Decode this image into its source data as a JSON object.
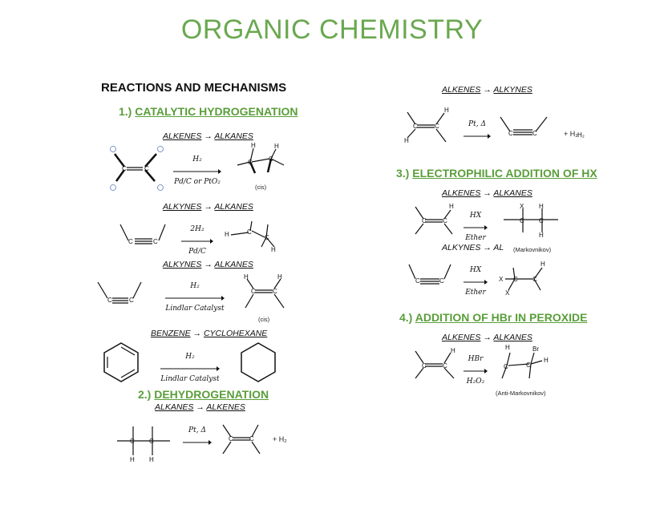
{
  "title": "ORGANIC CHEMISTRY",
  "main_heading": "REACTIONS AND MECHANISMS",
  "sections": {
    "s1": {
      "num": "1.)",
      "label": "CATALYTIC HYDROGENATION"
    },
    "s2": {
      "num": "2.)",
      "label": "DEHYDROGENATION"
    },
    "s3": {
      "num": "3.)",
      "label": "ELECTROPHILIC ADDITION OF HX"
    },
    "s4": {
      "num": "4.)",
      "label": "ADDITION OF HBr IN PEROXIDE"
    }
  },
  "reactions": {
    "r1": {
      "from": "ALKENES",
      "to": "ALKANES",
      "arrow": "→",
      "cond_top": "H₂",
      "cond_bottom": "Pd/C or PtO₂",
      "note": "(cis)"
    },
    "r2": {
      "from": "ALKYNES",
      "to": "ALKANES",
      "arrow": "→",
      "cond_top": "2H₂",
      "cond_bottom": "Pd/C"
    },
    "r3": {
      "from": "ALKYNES",
      "to": "ALKANES",
      "arrow": "→",
      "cond_top": "H₂",
      "cond_bottom": "Lindlar Catalyst",
      "note": "(cis)"
    },
    "r4": {
      "from": "BENZENE",
      "to": "CYCLOHEXANE",
      "arrow": "→",
      "cond_top": "H₂",
      "cond_bottom": "Lindlar Catalyst"
    },
    "r5": {
      "from": "ALKANES",
      "to": "ALKENES",
      "arrow": "→",
      "cond_top": "Pt, Δ",
      "byproduct": "+ H₂"
    },
    "r6": {
      "from": "ALKENES",
      "to": "ALKYNES",
      "arrow": "→",
      "cond_top": "Pt, Δ",
      "byproduct": "+ H₂"
    },
    "r7": {
      "from": "ALKENES",
      "to": "ALKANES",
      "arrow": "→",
      "cond_top": "HX",
      "cond_bottom": "Ether",
      "note": "(Markovnikov)"
    },
    "r8": {
      "from": "ALKYNES",
      "to": "AL",
      "arrow": "→",
      "cond_top": "HX",
      "cond_bottom": "Ether"
    },
    "r9": {
      "from": "ALKENES",
      "to": "ALKANES",
      "arrow": "→",
      "cond_top": "HBr",
      "cond_bottom": "H₂O₂",
      "note": "(Anti-Markovnikov)"
    }
  },
  "colors": {
    "title": "#6aa84f",
    "section": "#5a9e3a",
    "label_circle": "#5b7fbf"
  }
}
